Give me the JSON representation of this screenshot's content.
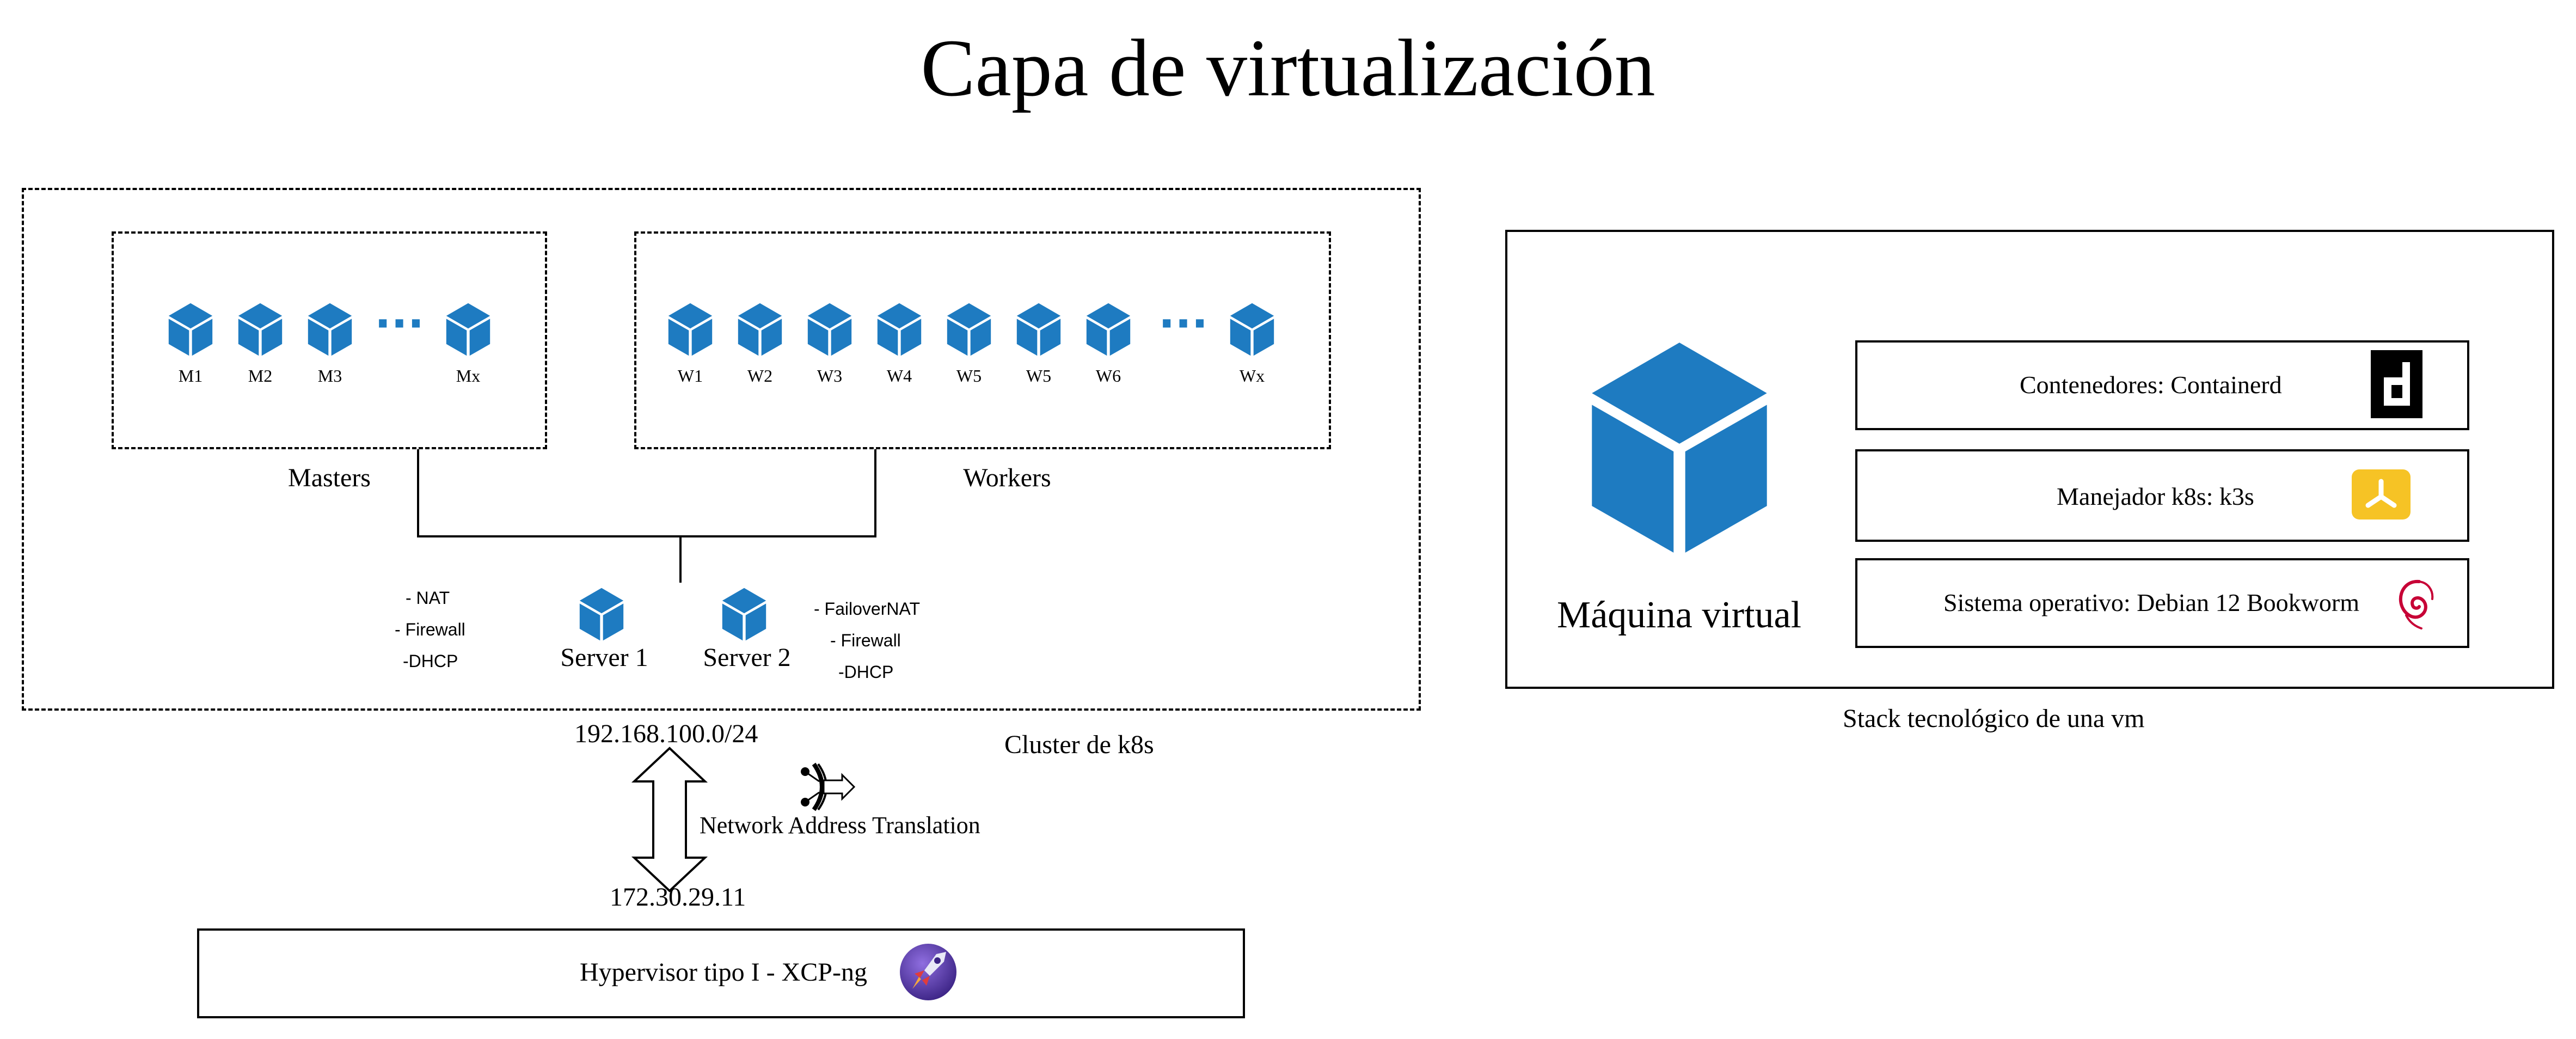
{
  "title": "Capa de virtualización",
  "cluster": {
    "label": "Cluster de k8s",
    "subnet": "192.168.100.0/24",
    "masters": {
      "label": "Masters",
      "nodes": [
        "M1",
        "M2",
        "M3",
        "Mx"
      ]
    },
    "workers": {
      "label": "Workers",
      "nodes": [
        "W1",
        "W2",
        "W3",
        "W4",
        "W5",
        "W5",
        "W6",
        "Wx"
      ]
    },
    "ellipsis": "···",
    "servers": [
      {
        "name": "Server 1",
        "services": [
          "- NAT",
          "- Firewall",
          "-DHCP"
        ]
      },
      {
        "name": "Server 2",
        "services": [
          "- FailoverNAT",
          "- Firewall",
          "-DHCP"
        ]
      }
    ]
  },
  "nat": {
    "label": "Network Address Translation",
    "external_ip": "172.30.29.11",
    "icon": "nat-router-icon"
  },
  "hypervisor": {
    "label": "Hypervisor tipo I - XCP-ng",
    "icon": "xcp-ng-icon"
  },
  "vm_stack": {
    "vm_label": "Máquina virtual",
    "caption": "Stack tecnológico de una vm",
    "layers": [
      {
        "label": "Contenedores: Containerd",
        "icon": "containerd-icon"
      },
      {
        "label": "Manejador k8s: k3s",
        "icon": "k3s-icon"
      },
      {
        "label": "Sistema operativo: Debian 12 Bookworm",
        "icon": "debian-icon"
      }
    ]
  },
  "colors": {
    "cube_blue": "#1e7bc1",
    "k3s_yellow": "#f6c325",
    "debian_red": "#c70036",
    "xcp_purple": "#5b3aa6"
  }
}
